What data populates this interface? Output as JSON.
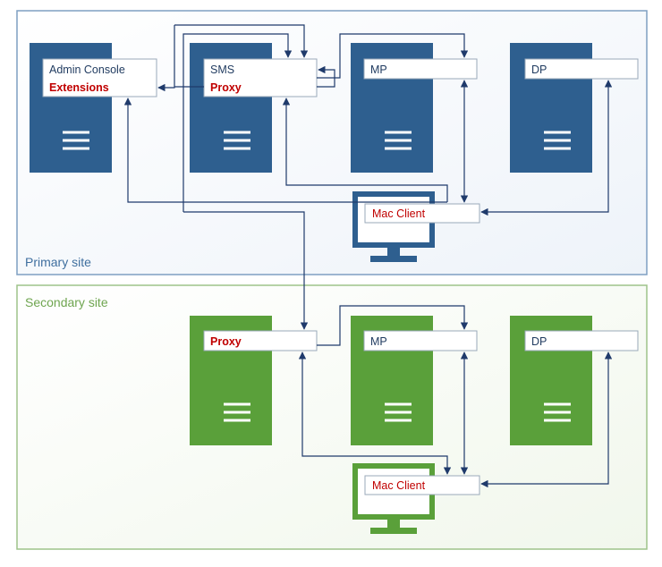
{
  "colors": {
    "primary_server": "#2e5f8f",
    "primary_border": "#7f9fc2",
    "primary_label": "#3f6f9f",
    "secondary_server": "#5aa03a",
    "secondary_border": "#9ec38a",
    "secondary_label": "#6fa550",
    "text_dark": "#1f3a5f",
    "text_red": "#c00000",
    "arrow": "#1f3a6b"
  },
  "primary_site": {
    "label": "Primary site",
    "servers": {
      "admin": {
        "line1": "Admin Console",
        "line2": "Extensions"
      },
      "sms": {
        "line1": "SMS",
        "line2": "Proxy"
      },
      "mp": {
        "line1": "MP"
      },
      "dp": {
        "line1": "DP"
      }
    },
    "client": {
      "label": "Mac Client"
    }
  },
  "secondary_site": {
    "label": "Secondary site",
    "servers": {
      "proxy": {
        "line1": "Proxy"
      },
      "mp": {
        "line1": "MP"
      },
      "dp": {
        "line1": "DP"
      }
    },
    "client": {
      "label": "Mac Client"
    }
  }
}
